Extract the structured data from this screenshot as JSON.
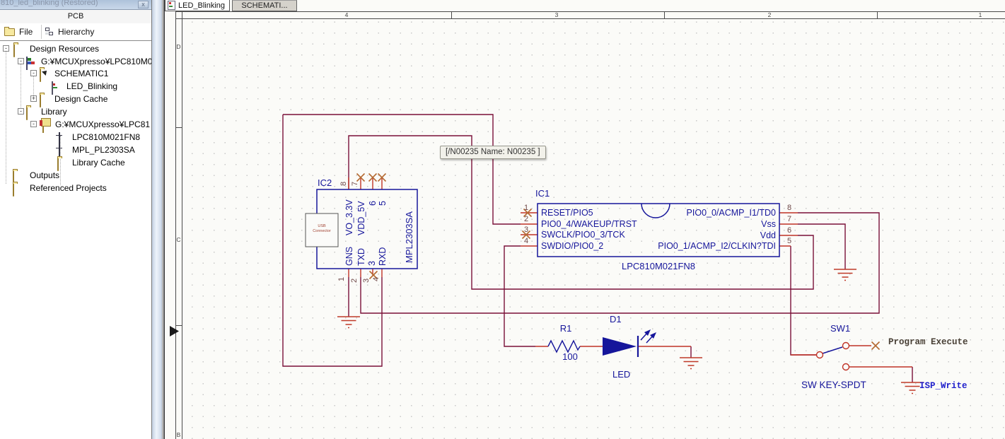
{
  "window": {
    "title": "810_led_blinking (Restored)",
    "close_glyph": "x"
  },
  "left_panel": {
    "header": "PCB",
    "tabs": [
      {
        "label": "File"
      },
      {
        "label": "Hierarchy"
      }
    ],
    "tree": [
      {
        "expand": "-",
        "label": "Design Resources"
      },
      {
        "expand": "-",
        "label": "G:¥MCUXpresso¥LPC810M0"
      },
      {
        "expand": "-",
        "label": "SCHEMATIC1"
      },
      {
        "expand": "",
        "label": "LED_Blinking"
      },
      {
        "expand": "+",
        "label": "Design Cache"
      },
      {
        "expand": "-",
        "label": "Library"
      },
      {
        "expand": "-",
        "label": "G:¥MCUXpresso¥LPC81"
      },
      {
        "expand": "",
        "label": "LPC810M021FN8"
      },
      {
        "expand": "",
        "label": "MPL_PL2303SA"
      },
      {
        "expand": "",
        "label": "Library Cache"
      },
      {
        "expand": "",
        "label": "Outputs"
      },
      {
        "expand": "",
        "label": "Referenced Projects"
      }
    ]
  },
  "canvas_tabs": [
    {
      "label": "LED_Blinking"
    },
    {
      "label": "SCHEMATI..."
    }
  ],
  "ruler": {
    "top": [
      "4",
      "3",
      "2",
      "1"
    ],
    "left": [
      "D",
      "C",
      "B"
    ]
  },
  "tooltip": {
    "text": "[/N00235 Name: N00235 ]"
  },
  "schematic": {
    "ic1": {
      "ref": "IC1",
      "part": "LPC810M021FN8",
      "left_pins": [
        {
          "num": "1",
          "name": "RESET/PIO5"
        },
        {
          "num": "2",
          "name": "PIO0_4/WAKEUP/TRST"
        },
        {
          "num": "3",
          "name": "SWCLK/PIO0_3/TCK"
        },
        {
          "num": "4",
          "name": "SWDIO/PIO0_2"
        }
      ],
      "right_pins": [
        {
          "num": "8",
          "name": "PIO0_0/ACMP_I1/TD0"
        },
        {
          "num": "7",
          "name": "Vss"
        },
        {
          "num": "6",
          "name": "Vdd"
        },
        {
          "num": "5",
          "name": "PIO0_1/ACMP_I2/CLKIN?TDI"
        }
      ]
    },
    "ic2": {
      "ref": "IC2",
      "part": "MPL2303SA",
      "top_pin_numbers": [
        "8",
        "7"
      ],
      "top_pin_names": [
        "VO_3.3V",
        "VDD_5V",
        "6",
        "5"
      ],
      "bottom_pin_names": [
        "GNS",
        "TXD",
        "3",
        "RXD"
      ],
      "bottom_pin_numbers": [
        "1",
        "2",
        "3",
        "4"
      ],
      "usb": {
        "line1": "USB",
        "line2": "Connector"
      }
    },
    "resistor": {
      "ref": "R1",
      "value": "100"
    },
    "led": {
      "ref": "D1",
      "name": "LED"
    },
    "switch": {
      "ref": "SW1",
      "part": "SW KEY-SPDT"
    },
    "net_labels": {
      "program_execute": "Program Execute",
      "isp_write": "ISP_Write"
    },
    "colors": {
      "wire": "#7a1038",
      "pin_stub": "#c03225",
      "no_connect": "#b46a32",
      "ground": "#c03a28",
      "component": "#16169b",
      "net_label_blue": "#2222cc"
    }
  }
}
